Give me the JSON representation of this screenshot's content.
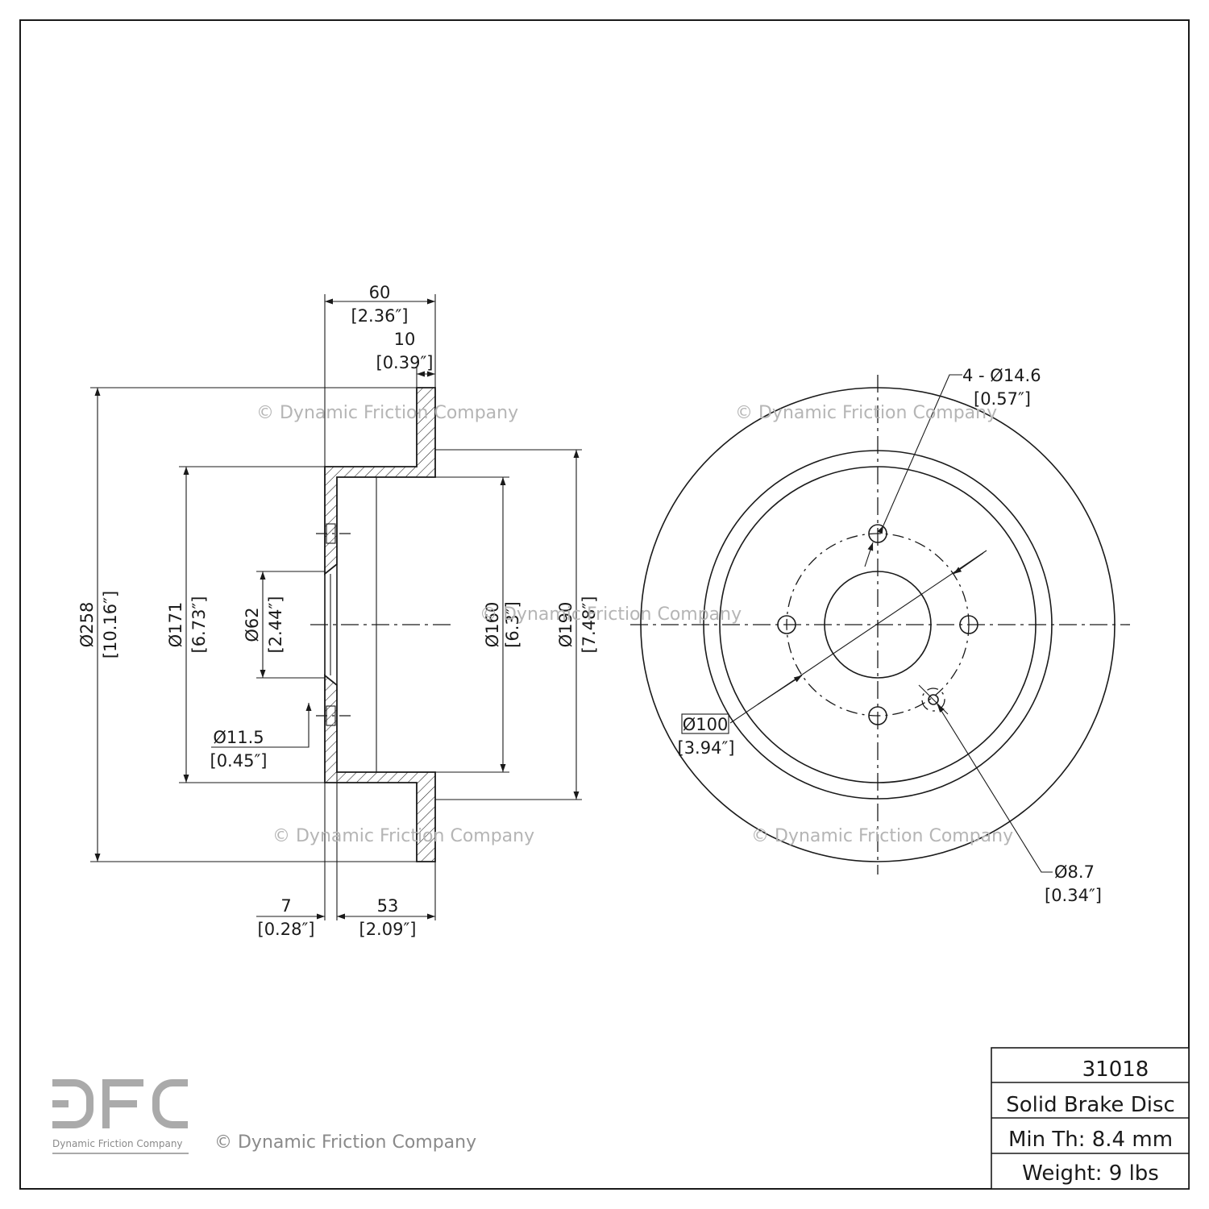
{
  "watermark": "© Dynamic Friction Company",
  "logo": {
    "letters": "DFC",
    "subtitle": "Dynamic Friction Company"
  },
  "title_block": {
    "part_number": "31018",
    "type": "Solid Brake Disc",
    "min_thickness": "Min Th: 8.4 mm",
    "weight": "Weight: 9 lbs"
  },
  "side_view": {
    "overall_width": {
      "mm": "60",
      "in": "[2.36″]"
    },
    "rotor_thickness": {
      "mm": "10",
      "in": "[0.39″]"
    },
    "outer_diameter": {
      "mm": "Ø258",
      "in": "[10.16″]"
    },
    "hat_diameter": {
      "mm": "Ø171",
      "in": "[6.73″]"
    },
    "center_bore": {
      "mm": "Ø62",
      "in": "[2.44″]"
    },
    "inner_diameter": {
      "mm": "Ø160",
      "in": "[6.3″]"
    },
    "friction_inner_diameter": {
      "mm": "Ø190",
      "in": "[7.48″]"
    },
    "stud_hole": {
      "mm": "Ø11.5",
      "in": "[0.45″]"
    },
    "hat_thickness": {
      "mm": "7",
      "in": "[0.28″]"
    },
    "hat_depth": {
      "mm": "53",
      "in": "[2.09″]"
    }
  },
  "front_view": {
    "bolt_holes": {
      "mm": "4 - Ø14.6",
      "in": "[0.57″]"
    },
    "bolt_circle": {
      "mm": "Ø100",
      "in": "[3.94″]"
    },
    "small_hole": {
      "mm": "Ø8.7",
      "in": "[0.34″]"
    }
  }
}
